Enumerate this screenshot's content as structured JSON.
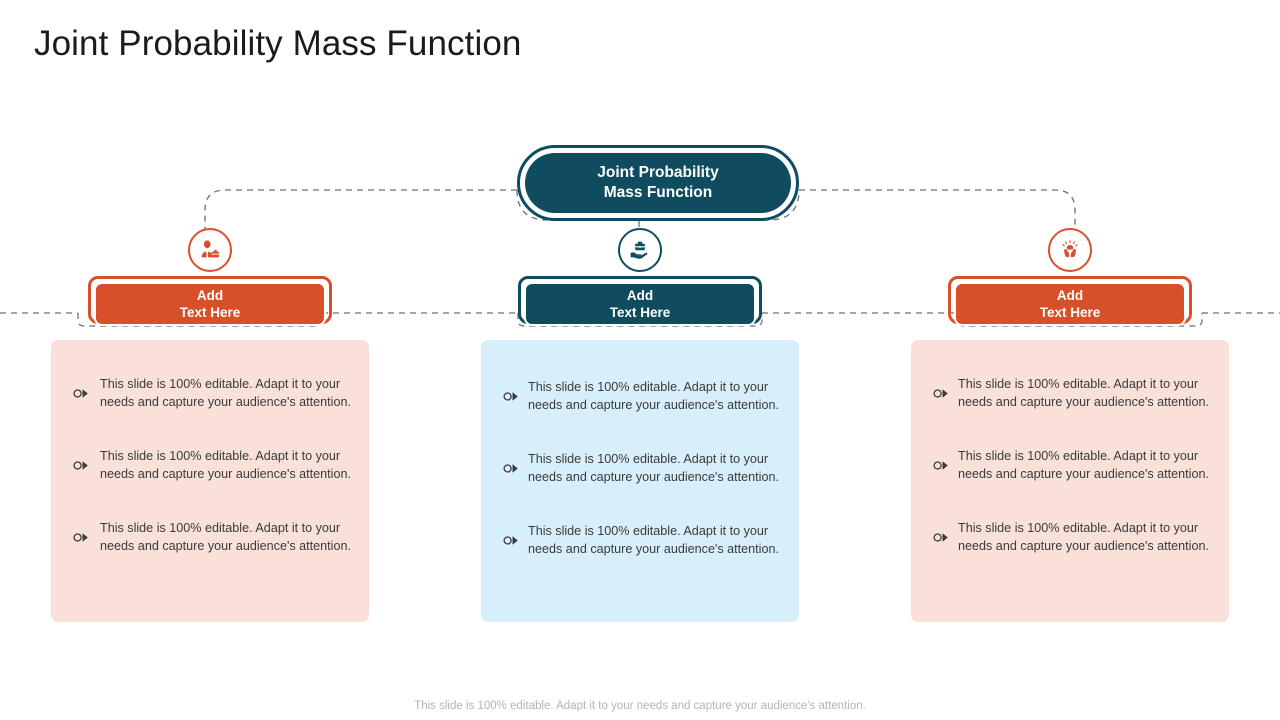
{
  "slide": {
    "title": "Joint Probability Mass Function",
    "footer": "This slide is 100% editable. Adapt it to your needs and capture your audience's attention."
  },
  "hub": {
    "label": "Joint Probability\nMass Function",
    "fill_color": "#0f4c60",
    "ring_color": "#0d4d63",
    "text_color": "#ffffff"
  },
  "colors": {
    "orange": "#d8502a",
    "teal": "#0f4c60",
    "panel_pink": "#f9e1da",
    "panel_blue": "#d7effa",
    "connector_gray": "#6f6f6f",
    "body_text": "#3a3a3a",
    "footer_text": "#b4b4b4",
    "title_text": "#1b1b1b"
  },
  "bullet_icon": "circle-chevron-bullet-icon",
  "columns": [
    {
      "icon": "businessman-icon",
      "accent": "orange",
      "panel_fill": "pink",
      "header_label": "Add\nText Here",
      "bullets": [
        "This slide is 100% editable.  Adapt it to your needs and capture your audience's attention.",
        "This slide is 100% editable.  Adapt it to your needs and capture your audience's attention.",
        "This slide is 100% editable.  Adapt it to your needs and capture your audience's attention."
      ]
    },
    {
      "icon": "hand-holding-briefcase-icon",
      "accent": "teal",
      "panel_fill": "blue",
      "header_label": "Add\nText Here",
      "bullets": [
        "This slide is 100% editable.  Adapt it to your needs and capture your audience's attention.",
        "This slide is 100% editable.  Adapt it to your needs and capture your audience's attention.",
        "This slide is 100% editable.  Adapt it to your needs and capture your audience's attention."
      ]
    },
    {
      "icon": "hands-holding-idea-icon",
      "accent": "orange",
      "panel_fill": "pink",
      "header_label": "Add\nText Here",
      "bullets": [
        "This slide is 100% editable.  Adapt it to your needs and capture your audience's attention.",
        "This slide is 100% editable.  Adapt it to your needs and capture your audience's attention.",
        "This slide is 100% editable.  Adapt it to your needs and capture your audience's attention."
      ]
    }
  ]
}
